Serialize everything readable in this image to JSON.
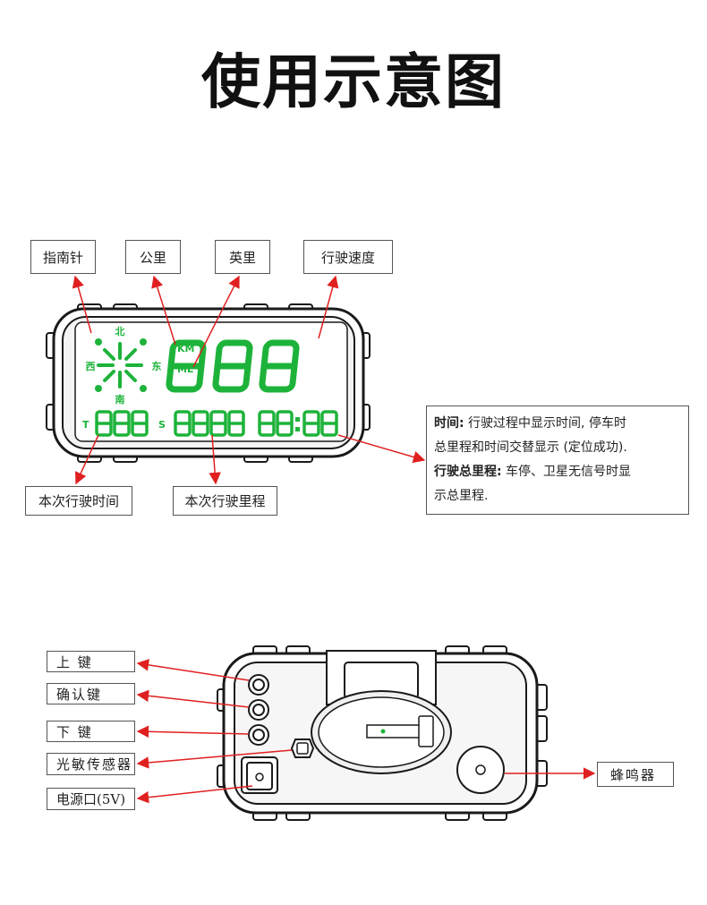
{
  "title": "使用示意图",
  "display_labels": {
    "compass": "指南针",
    "km": "公里",
    "mile": "英里",
    "speed": "行驶速度",
    "trip_time": "本次行驶时间",
    "trip_distance": "本次行驶里程"
  },
  "lcd": {
    "north": "北",
    "south": "南",
    "west": "西",
    "east": "东",
    "km_unit": "KM",
    "mile_unit": "ML",
    "speed_digits": "888",
    "t_marker": "T",
    "s_marker": "S",
    "time_digits": "888",
    "distance_digits": "8888",
    "clock_left": "88",
    "clock_right": "88"
  },
  "note": {
    "line1_bold": "时间:",
    "line1_text": " 行驶过程中显示时间, 停车时",
    "line2_text": "总里程和时间交替显示 (定位成功).",
    "line3_bold": "行驶总里程:",
    "line3_text": " 车停、卫星无信号时显",
    "line4_text": "示总里程."
  },
  "back_labels": {
    "up_key": "上  键",
    "confirm_key": "确认键",
    "down_key": "下  键",
    "light_sensor": "光敏传感器",
    "power_port": "电源口(5V)",
    "buzzer": "蜂鸣器"
  },
  "colors": {
    "lcd_green": "#1db33a",
    "arrow_red": "#e02020",
    "outline": "#1a1a1a"
  }
}
